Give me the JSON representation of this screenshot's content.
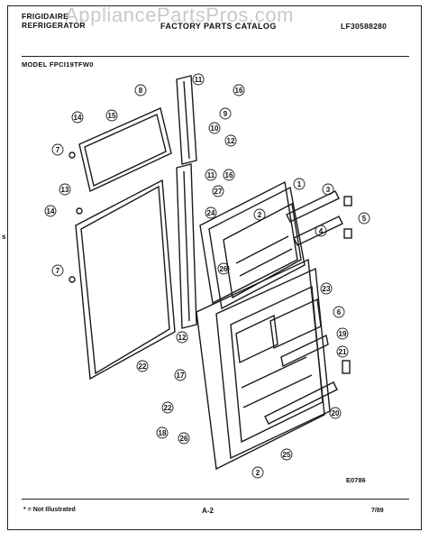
{
  "header": {
    "brand_line1": "FRIGIDAIRE",
    "brand_line2": "REFRIGERATOR",
    "catalog_title": "FACTORY PARTS CATALOG",
    "catalog_number": "LF30588280"
  },
  "watermark": "AppliancePartsPros.com",
  "model_label": "MODEL FPCI19TFW0",
  "diagram_code": "E0786",
  "footer": {
    "note": "* = Not Illustrated",
    "page": "A-2",
    "date": "7/89"
  },
  "side_mark": "s",
  "callouts": [
    "1",
    "2",
    "2",
    "3",
    "4",
    "5",
    "6",
    "7",
    "7",
    "8",
    "9",
    "10",
    "11",
    "11",
    "12",
    "12",
    "13",
    "14",
    "14",
    "15",
    "16",
    "16",
    "17",
    "18",
    "19",
    "20",
    "21",
    "22",
    "22",
    "23",
    "24",
    "25",
    "26",
    "26",
    "27"
  ]
}
